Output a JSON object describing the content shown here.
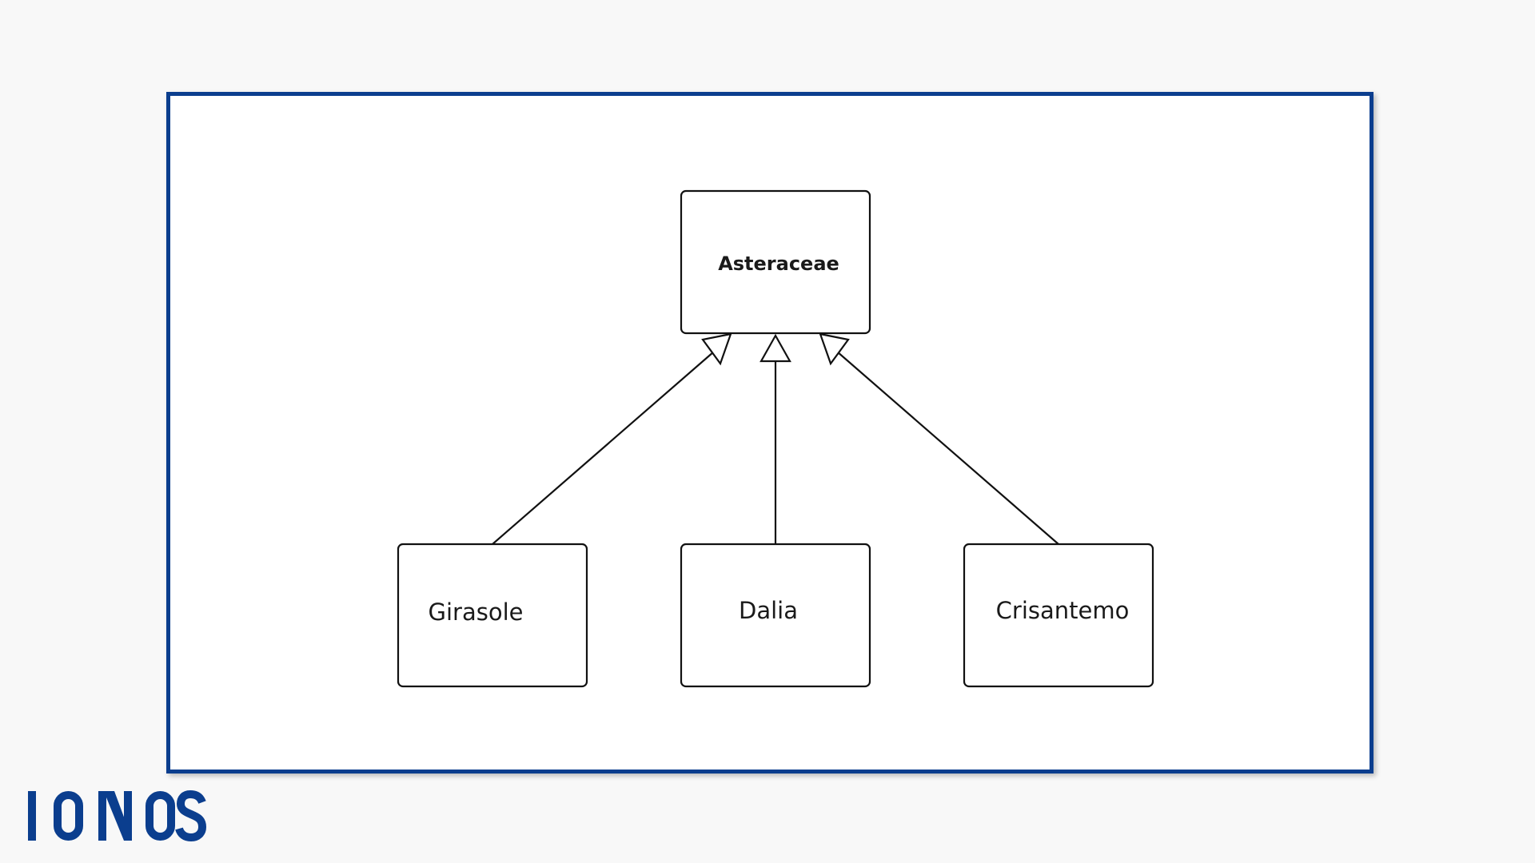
{
  "diagram": {
    "parent": {
      "label": "Asteraceae"
    },
    "children": [
      {
        "label": "Girasole"
      },
      {
        "label": "Dalia"
      },
      {
        "label": "Crisantemo"
      }
    ]
  },
  "brand": {
    "logo_text": "IONOS",
    "color": "#0b3e8e"
  }
}
